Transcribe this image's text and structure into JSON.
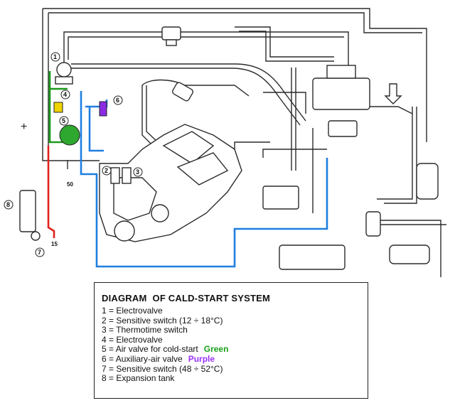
{
  "diagram": {
    "callouts": [
      {
        "n": "1"
      },
      {
        "n": "2"
      },
      {
        "n": "3"
      },
      {
        "n": "4"
      },
      {
        "n": "5"
      },
      {
        "n": "6"
      },
      {
        "n": "7"
      },
      {
        "n": "8"
      }
    ],
    "wire_labels": [
      "50",
      "15"
    ],
    "plus": "+",
    "colors": {
      "green_line": "#1a9a1a",
      "blue_line": "#1f7fe0",
      "red_line": "#e0201a",
      "purple_part": "#8a2be2",
      "yellow_part": "#f0d400",
      "green_part": "#2ea82e",
      "line_dark": "#2b2b2b"
    }
  },
  "legend": {
    "title_a": "DIAGRAM",
    "title_b": "OF CALD-START SYSTEM",
    "items": [
      {
        "num": "1 =",
        "label": "Electrovalve",
        "tag": "",
        "tag_color": ""
      },
      {
        "num": "2 =",
        "label": "Sensitive switch (12 ÷ 18°C)",
        "tag": "",
        "tag_color": ""
      },
      {
        "num": "3 =",
        "label": "Thermotime switch",
        "tag": "",
        "tag_color": ""
      },
      {
        "num": "4 =",
        "label": "Electrovalve",
        "tag": "",
        "tag_color": ""
      },
      {
        "num": "5 =",
        "label": "Air valve for cold-start",
        "tag": "Green",
        "tag_color": "#1aa01a"
      },
      {
        "num": "6 =",
        "label": "Auxiliary-air valve",
        "tag": "Purple",
        "tag_color": "#9b30ff"
      },
      {
        "num": "7 =",
        "label": "Sensitive switch (48 ÷ 52°C)",
        "tag": "",
        "tag_color": ""
      },
      {
        "num": "8 =",
        "label": "Expansion tank",
        "tag": "",
        "tag_color": ""
      }
    ]
  }
}
